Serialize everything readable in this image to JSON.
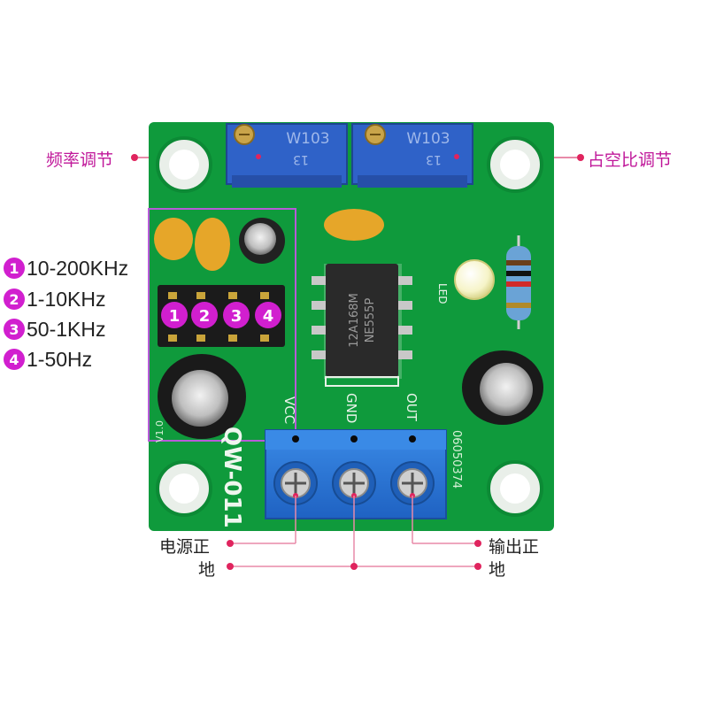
{
  "annotations": {
    "freq_adjust": "频率调节",
    "duty_adjust": "占空比调节",
    "power_pos": "电源正",
    "gnd_left": "地",
    "output_pos": "输出正",
    "gnd_right": "地"
  },
  "ranges": [
    {
      "num": "1",
      "text": "10-200KHz"
    },
    {
      "num": "2",
      "text": "1-10KHz"
    },
    {
      "num": "3",
      "text": "50-1KHz"
    },
    {
      "num": "4",
      "text": "1-50Hz"
    }
  ],
  "board": {
    "pot_label": "W103",
    "pot_sub": "13",
    "chip_line1": "12A168M",
    "chip_line2": "NE555P",
    "led_label": "LED",
    "pin_vcc": "VCC",
    "pin_gnd": "GND",
    "pin_out": "OUT",
    "model": "QW-011",
    "serial": "06050374",
    "version": "V1.0",
    "jumper_nums": [
      "1",
      "2",
      "3",
      "4"
    ]
  },
  "colors": {
    "pcb": "#0f9a3c",
    "pot": "#2f62c8",
    "terminal": "#2f7fd8",
    "label_magenta": "#c0189a",
    "leader": "#e0245e"
  }
}
